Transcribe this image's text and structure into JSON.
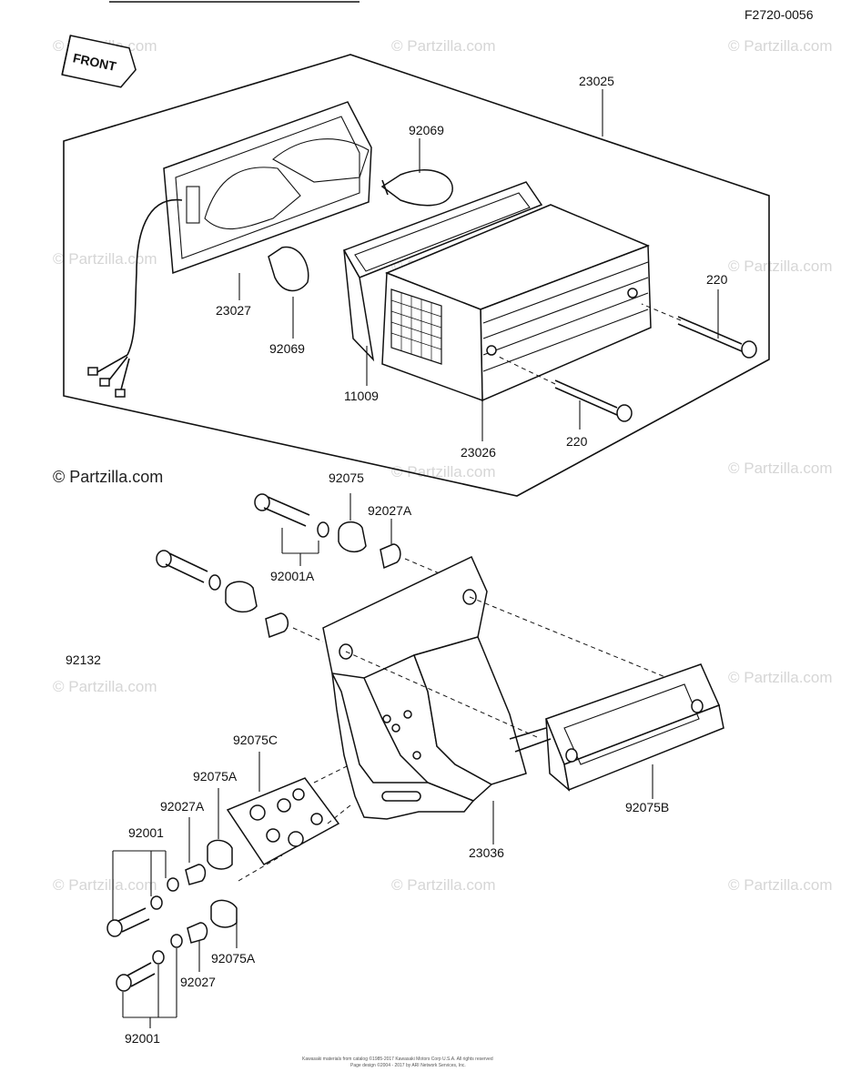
{
  "diagram_code": "F2720-0056",
  "front_tag": "FRONT",
  "copyright": "© Partzilla.com",
  "watermark_text": "© Partzilla.com",
  "footer": {
    "line1": "Kawasaki materials from catalog ©1985-2017 Kawasaki Motors Corp U.S.A.  All rights reserved",
    "line2": "Page design ©2004 - 2017 by ARI Network Services, Inc."
  },
  "part_labels": {
    "p23025": "23025",
    "p92069_top": "92069",
    "p23027": "23027",
    "p92069_bottom": "92069",
    "p11009": "11009",
    "p23026": "23026",
    "p220_top": "220",
    "p220_bottom": "220",
    "p92075": "92075",
    "p92027A_top": "92027A",
    "p92001A": "92001A",
    "p92132": "92132",
    "p92075C": "92075C",
    "p92075A_top": "92075A",
    "p92027A_mid": "92027A",
    "p92001_top": "92001",
    "p92075B": "92075B",
    "p23036": "23036",
    "p92075A_bottom": "92075A",
    "p92027": "92027",
    "p92001_bottom": "92001"
  },
  "colors": {
    "line": "#111111",
    "watermark": "#d6d6d6",
    "background": "#ffffff"
  }
}
